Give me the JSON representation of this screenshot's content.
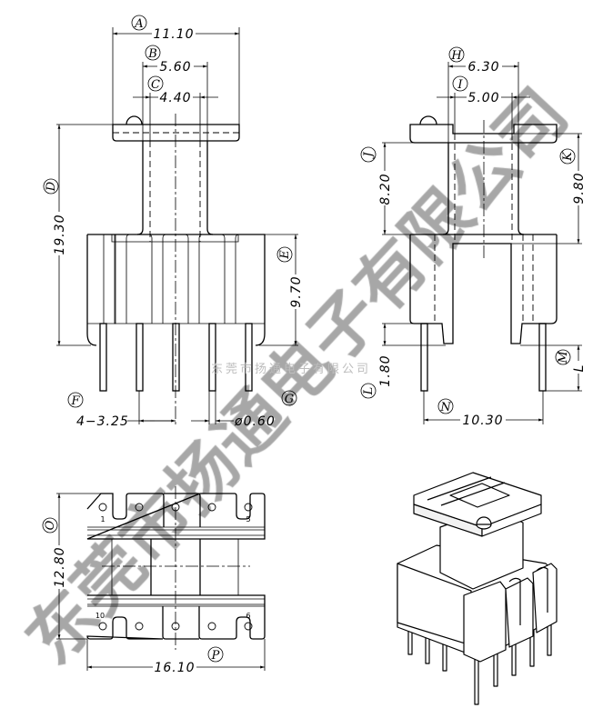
{
  "watermark": {
    "large": "东莞市扬通电子有限公司",
    "small": "东莞市扬通电子有限公司",
    "color": "#8a8a8a"
  },
  "front_view": {
    "A": {
      "label": "A",
      "value": "11.10"
    },
    "B": {
      "label": "B",
      "value": "5.60"
    },
    "C": {
      "label": "C",
      "value": "4.40"
    },
    "D": {
      "label": "D",
      "value": "19.30"
    },
    "E": {
      "label": "E",
      "value": "9.70"
    },
    "F": {
      "label": "F",
      "value": "4−3.25"
    },
    "G": {
      "label": "G",
      "value": "ø0.60"
    }
  },
  "side_view": {
    "H": {
      "label": "H",
      "value": "6.30"
    },
    "I": {
      "label": "I",
      "value": "5.00"
    },
    "J": {
      "label": "J",
      "value": "8.20"
    },
    "K": {
      "label": "K",
      "value": "9.80"
    },
    "L": {
      "label": "L",
      "value": "1.80"
    },
    "M": {
      "label": "M",
      "value": "L"
    },
    "N": {
      "label": "N",
      "value": "10.30"
    }
  },
  "bottom_view": {
    "O": {
      "label": "O",
      "value": "12.80"
    },
    "P": {
      "label": "P",
      "value": "16.10"
    },
    "pin_numbers": {
      "p1": "1",
      "p5": "5",
      "p10": "10",
      "p6": "6"
    }
  }
}
